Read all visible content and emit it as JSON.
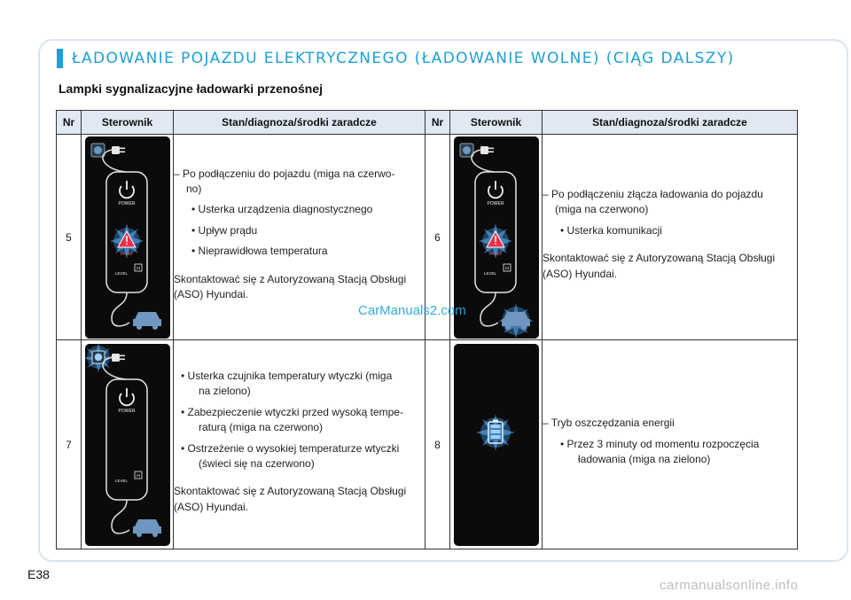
{
  "header": {
    "title": "ŁADOWANIE POJAZDU ELEKTRYCZNEGO (ŁADOWANIE WOLNE) (CIĄG DALSZY)",
    "accent_color": "#1d9fd8"
  },
  "section": {
    "subtitle": "Lampki sygnalizacyjne ładowarki przenośnej"
  },
  "table": {
    "headers": {
      "nr": "Nr",
      "controller": "Sterownik",
      "status": "Stan/diagnoza/środki zaradcze"
    },
    "device_labels": {
      "power": "POWER",
      "level": "LEVEL",
      "fault": "FAULT",
      "h": "H"
    },
    "rows": [
      {
        "nr": "5",
        "lines": [
          "– Po podłączeniu do pojazdu (miga na czerwo-",
          "no)",
          "• Usterka urządzenia diagnostycznego",
          "• Upływ prądu",
          "• Nieprawidłowa temperatura",
          "Skontaktować się z Autoryzowaną Stacją Obsługi",
          "(ASO) Hyundai."
        ]
      },
      {
        "nr": "6",
        "lines": [
          "– Po podłączeniu złącza ładowania do pojazdu",
          "(miga na czerwono)",
          "• Usterka komunikacji",
          "Skontaktować się z Autoryzowaną Stacją Obsługi",
          "(ASO) Hyundai."
        ]
      },
      {
        "nr": "7",
        "lines": [
          "• Usterka czujnika temperatury wtyczki (miga",
          "na zielono)",
          "• Zabezpieczenie wtyczki przed wysoką tempe-",
          "raturą (miga na czerwono)",
          "• Ostrzeżenie o wysokiej temperaturze wtyczki",
          "(świeci się na czerwono)",
          "Skontaktować się z Autoryzowaną Stacją Obsługi",
          "(ASO) Hyundai."
        ]
      },
      {
        "nr": "8",
        "lines": [
          "– Tryb oszczędzania energii",
          "• Przez 3 minuty od momentu rozpoczęcia",
          "ładowania (miga na zielono)"
        ]
      }
    ]
  },
  "watermark": "CarManuals2.com",
  "footer": {
    "page_number": "E38",
    "site": "carmanualsonline.info"
  },
  "colors": {
    "header_fill": "#dfe8f3",
    "fault_red": "#e8304a",
    "glow_blue": "#4aa8ff",
    "device_bg": "#0b0b0b"
  }
}
